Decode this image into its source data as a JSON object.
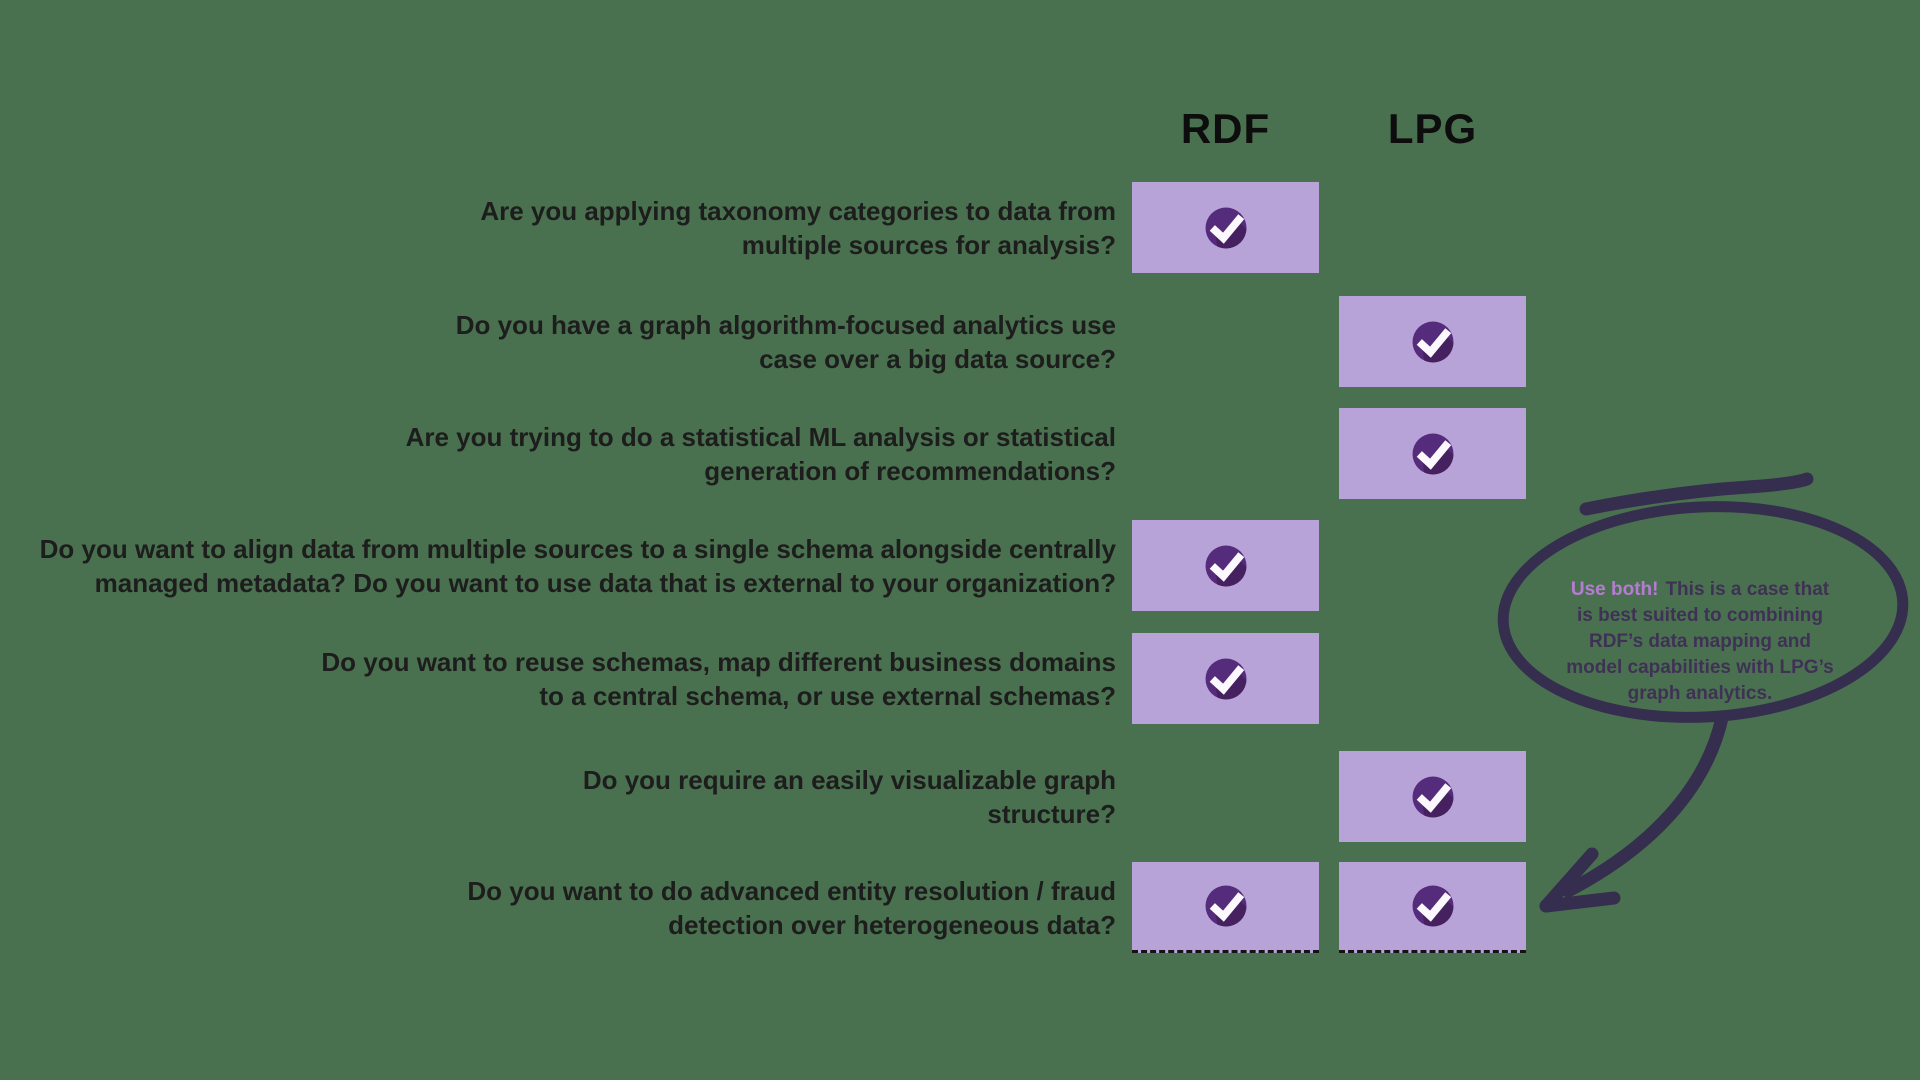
{
  "columns": [
    {
      "label": "RDF"
    },
    {
      "label": "LPG"
    }
  ],
  "rows": [
    {
      "question": [
        "Are you applying taxonomy categories to data from",
        "multiple sources for analysis?"
      ],
      "rdf": true,
      "lpg": false
    },
    {
      "question": [
        "Do you have a graph algorithm-focused analytics use",
        "case over a big data source?"
      ],
      "rdf": false,
      "lpg": true
    },
    {
      "question": [
        "Are you trying to do a statistical ML analysis or statistical",
        "generation of recommendations?"
      ],
      "rdf": false,
      "lpg": true
    },
    {
      "question": [
        "Do you want to align data from multiple sources to a single schema alongside centrally",
        "managed metadata? Do you want to use data that is external to your organization?"
      ],
      "rdf": true,
      "lpg": false
    },
    {
      "question": [
        "Do you want to reuse schemas, map different business domains",
        "to a central schema, or use external schemas?"
      ],
      "rdf": true,
      "lpg": false
    },
    {
      "question": [
        "Do you require an easily visualizable graph",
        "structure?"
      ],
      "rdf": false,
      "lpg": true
    },
    {
      "question": [
        "Do you want to do advanced entity resolution / fraud",
        "detection over heterogeneous data?"
      ],
      "rdf": true,
      "lpg": true
    }
  ],
  "annotation": {
    "highlight": "Use both!",
    "body_lines": [
      "This is a case that",
      "is best suited to combining",
      "RDF’s data mapping and",
      "model capabilities with LPG’s",
      "graph analytics."
    ]
  },
  "colors": {
    "background_green": "#4A714F",
    "checkbox_lavender": "#B7A3D7",
    "check_circle_purple": "#552B7C",
    "check_shadow_purple": "#46215F",
    "check_white": "#FBF9FD",
    "question_text": "#1D1D1D",
    "header_text": "#0D0D0D",
    "bubble_stroke": "#352E4E",
    "highlight_purple": "#B77BD3",
    "bubble_text": "#3F3156"
  }
}
